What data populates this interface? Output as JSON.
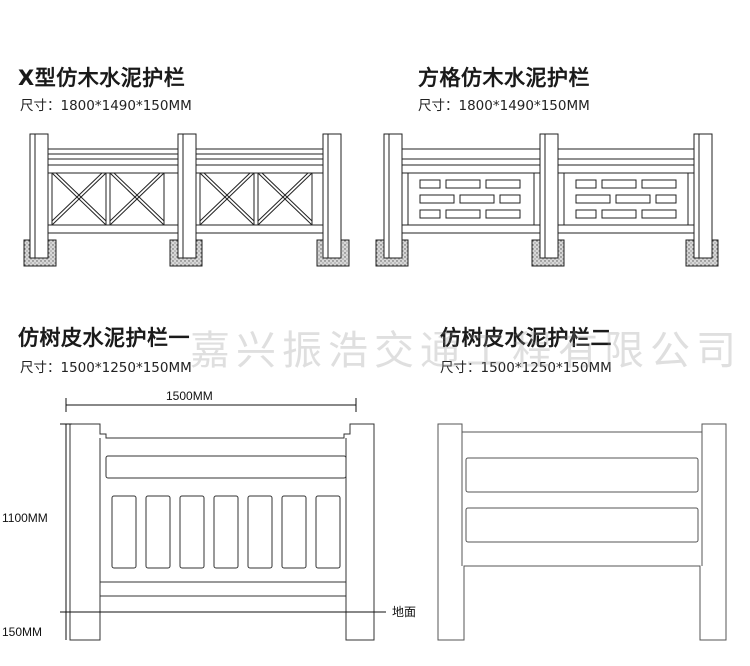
{
  "panels": {
    "p1": {
      "title": "X型仿木水泥护栏",
      "size": "尺寸：1800*1490*150MM"
    },
    "p2": {
      "title": "方格仿木水泥护栏",
      "size": "尺寸：1800*1490*150MM"
    },
    "p3": {
      "title": "仿树皮水泥护栏一",
      "size": "尺寸：1500*1250*150MM"
    },
    "p4": {
      "title": "仿树皮水泥护栏二",
      "size": "尺寸：1500*1250*150MM"
    }
  },
  "dimensions": {
    "width": "1500MM",
    "height": "1100MM",
    "base": "150MM",
    "ground": "地面"
  },
  "watermark": "嘉兴振浩交通工程有限公司"
}
